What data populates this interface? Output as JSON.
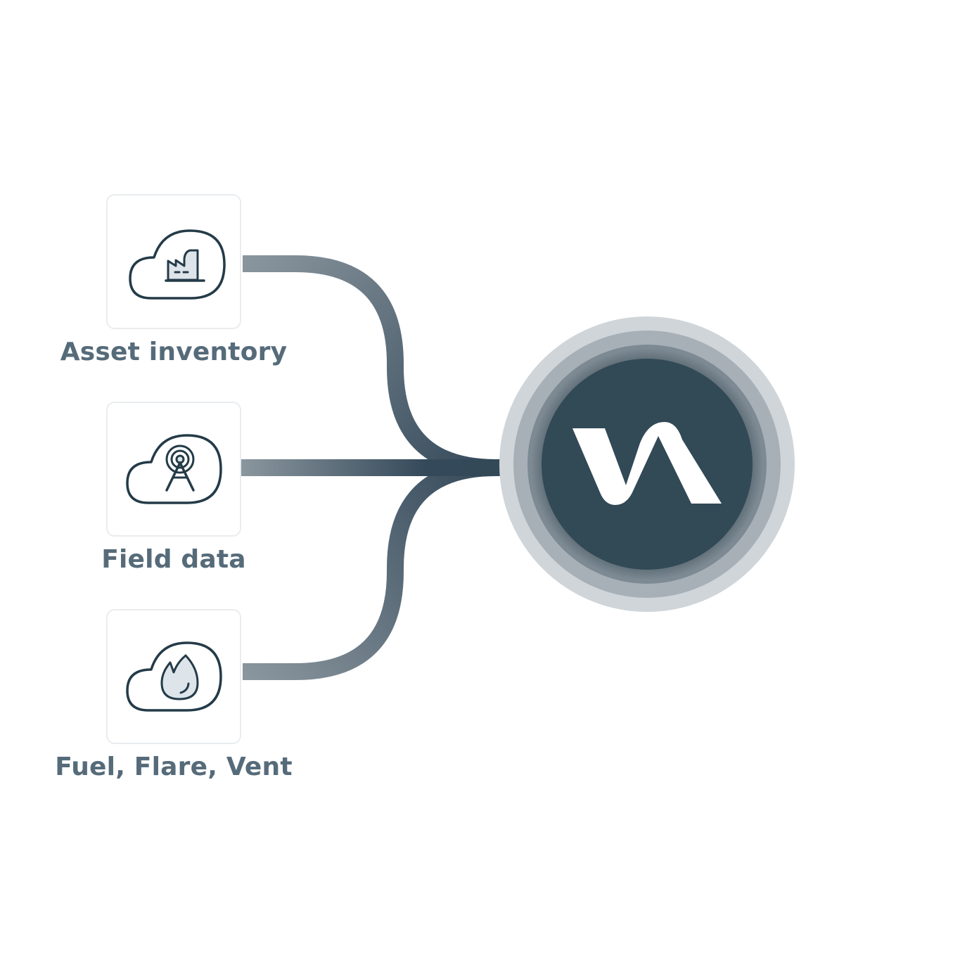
{
  "sources": [
    {
      "label": "Asset inventory",
      "icon": "cloud-factory-icon"
    },
    {
      "label": "Field data",
      "icon": "cloud-antenna-tower-icon"
    },
    {
      "label": "Fuel, Flare, Vent",
      "icon": "cloud-flame-icon"
    }
  ],
  "hub": {
    "icon": "brand-logo-icon"
  },
  "colors": {
    "hub_fill": "#324956",
    "connector_dark": "#3a4e5b",
    "connector_light": "#8a969e",
    "label_text": "#566b7a",
    "icon_stroke": "#243b48",
    "icon_fill": "#dde4ea"
  }
}
